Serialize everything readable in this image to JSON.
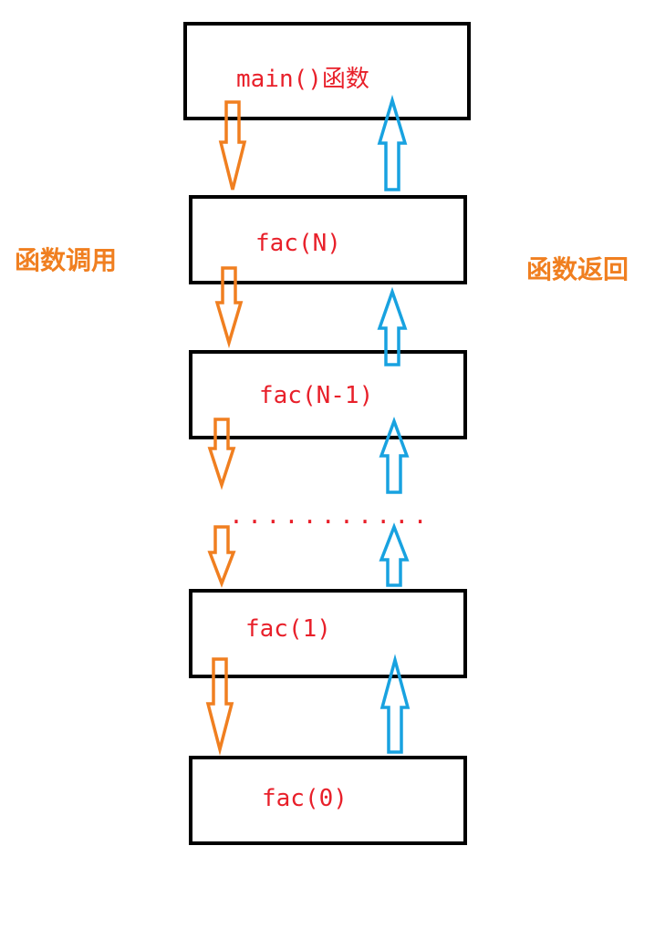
{
  "boxes": [
    {
      "label": "main()函数"
    },
    {
      "label": "fac(N)"
    },
    {
      "label": "fac(N-1)"
    },
    {
      "label": "fac(1)"
    },
    {
      "label": "fac(0)"
    }
  ],
  "labels": {
    "call": "函数调用",
    "return": "函数返回"
  },
  "ellipsis": "...........",
  "colors": {
    "call_arrow": "#f07f20",
    "return_arrow": "#18a2e0",
    "box_text": "#e8202a",
    "box_border": "#000000",
    "side_text": "#f07f20"
  }
}
